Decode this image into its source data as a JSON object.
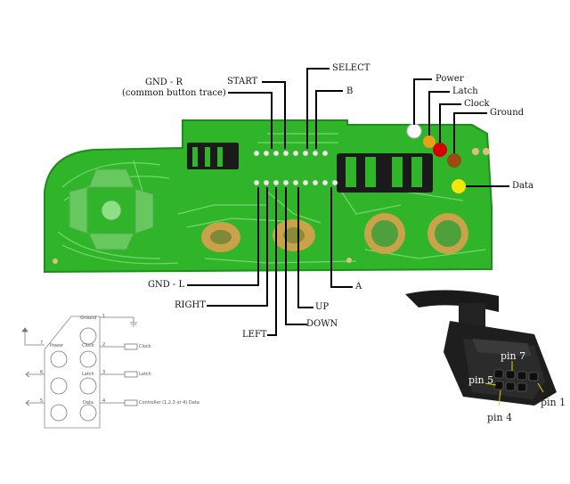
{
  "colors": {
    "board_green": "#2fb42a",
    "trace_green": "#7fe07a",
    "copper": "#c9a24a",
    "power_wire": "#ffffff",
    "latch_wire": "#e8a21a",
    "clock_wire": "#d20000",
    "ground_wire": "#9a4b10",
    "data_wire": "#f5e60a"
  },
  "board_labels": {
    "gnd_r_line1": "GND - R",
    "gnd_r_line2": "(common button trace)",
    "start": "START",
    "select": "SELECT",
    "b": "B",
    "power": "Power",
    "latch": "Latch",
    "clock": "Clock",
    "ground": "Ground",
    "data": "Data",
    "gnd_l": "GND - L",
    "right": "RIGHT",
    "left": "LEFT",
    "down": "DOWN",
    "up": "UP",
    "a": "A"
  },
  "schematic": {
    "pins": {
      "p1": "1",
      "p2": "2",
      "p3": "3",
      "p4": "4",
      "p5": "5",
      "p6": "6",
      "p7": "7"
    },
    "labels": {
      "ground": "Ground",
      "power": "Power",
      "clock": "Clock",
      "latch": "Latch",
      "data": "Data",
      "clock_out": "Clock",
      "latch_out": "Latch",
      "data_out": "Controller (1,2,3 or 4) Data"
    }
  },
  "connector_labels": {
    "pin7": "pin 7",
    "pin5": "pin 5",
    "pin1": "pin 1",
    "pin4": "pin 4"
  }
}
